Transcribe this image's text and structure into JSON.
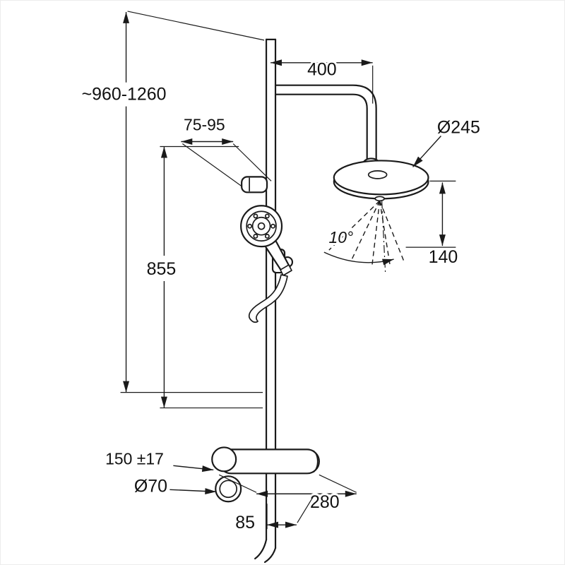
{
  "drawing": {
    "name": "thermostatic-shower-system-dimension-drawing",
    "line_color": "#1a1a1a",
    "background": "#ffffff",
    "labels": {
      "overall_height": "~960-1260",
      "arm_length": "400",
      "head_diameter": "Ø245",
      "holder_range": "75-95",
      "spray_angle": "10°",
      "head_clearance": "140",
      "rail_height": "855",
      "connection_spacing": "150 ±17",
      "escutcheon_diameter": "Ø70",
      "mixer_length": "280",
      "outlet_offset": "85"
    }
  }
}
